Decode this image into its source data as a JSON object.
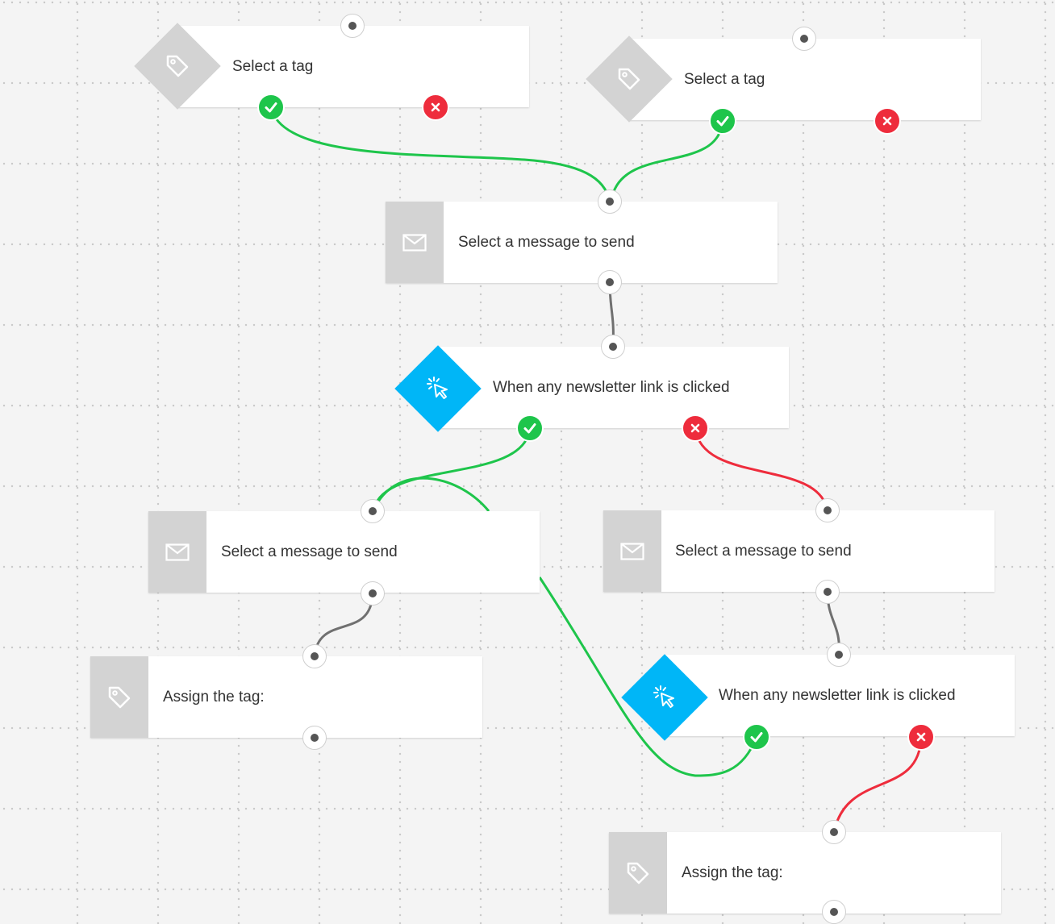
{
  "colors": {
    "canvas": "#f4f4f4",
    "card": "#ffffff",
    "icon_block": "#d3d3d3",
    "trigger_blue": "#00b6f7",
    "yes_green": "#1ec54b",
    "no_red": "#ee2c3c",
    "neutral_line": "#707070"
  },
  "icons": {
    "tag": "tag-icon",
    "message": "envelope-icon",
    "click": "cursor-click-icon",
    "yes": "checkmark-icon",
    "no": "x-icon"
  },
  "nodes": {
    "tag_condition_1": {
      "label": "Select a tag"
    },
    "tag_condition_2": {
      "label": "Select a tag"
    },
    "message_1": {
      "label": "Select a message to send"
    },
    "click_condition_1": {
      "label": "When any newsletter link is clicked"
    },
    "message_2": {
      "label": "Select a message to send"
    },
    "message_3": {
      "label": "Select a message to send"
    },
    "assign_tag_1": {
      "label": "Assign the tag:"
    },
    "click_condition_2": {
      "label": "When any newsletter link is clicked"
    },
    "assign_tag_2": {
      "label": "Assign the tag:"
    }
  }
}
